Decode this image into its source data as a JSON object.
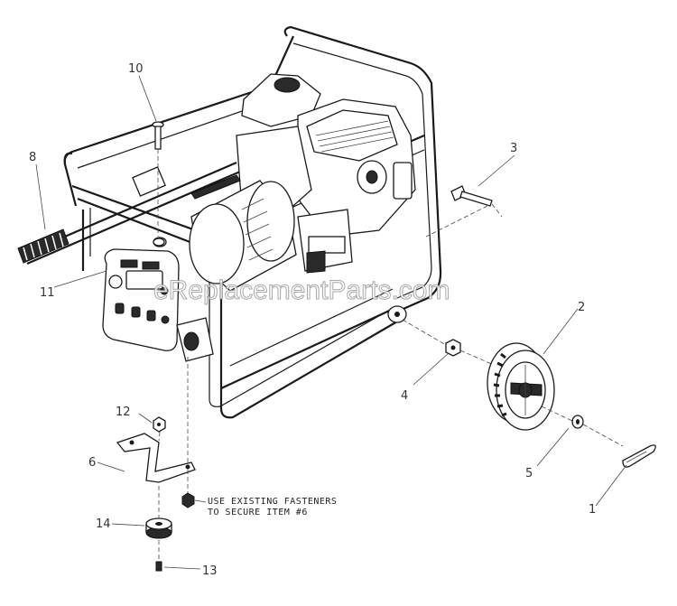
{
  "watermark": "eReplacementParts.com",
  "note": {
    "line1": "USE EXISTING FASTENERS",
    "line2": "TO SECURE ITEM #6"
  },
  "callouts": {
    "c1": "1",
    "c2": "2",
    "c3": "3",
    "c4": "4",
    "c5": "5",
    "c6": "6",
    "c8": "8",
    "c10": "10",
    "c11": "11",
    "c12": "12",
    "c13": "13",
    "c14": "14"
  }
}
